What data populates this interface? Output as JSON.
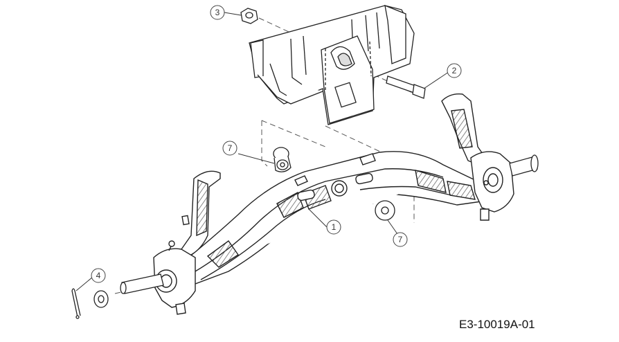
{
  "drawing_id": "E3-10019A-01",
  "callouts": [
    {
      "id": "callout-3",
      "label": "3",
      "part": "nut"
    },
    {
      "id": "callout-2",
      "label": "2",
      "part": "bolt"
    },
    {
      "id": "callout-7-top",
      "label": "7",
      "part": "spacer-bushing"
    },
    {
      "id": "callout-1",
      "label": "1",
      "part": "front-axle"
    },
    {
      "id": "callout-7-bottom",
      "label": "7",
      "part": "spacer-bushing"
    },
    {
      "id": "callout-4",
      "label": "4",
      "part": "cotter-pin-and-washer"
    }
  ]
}
